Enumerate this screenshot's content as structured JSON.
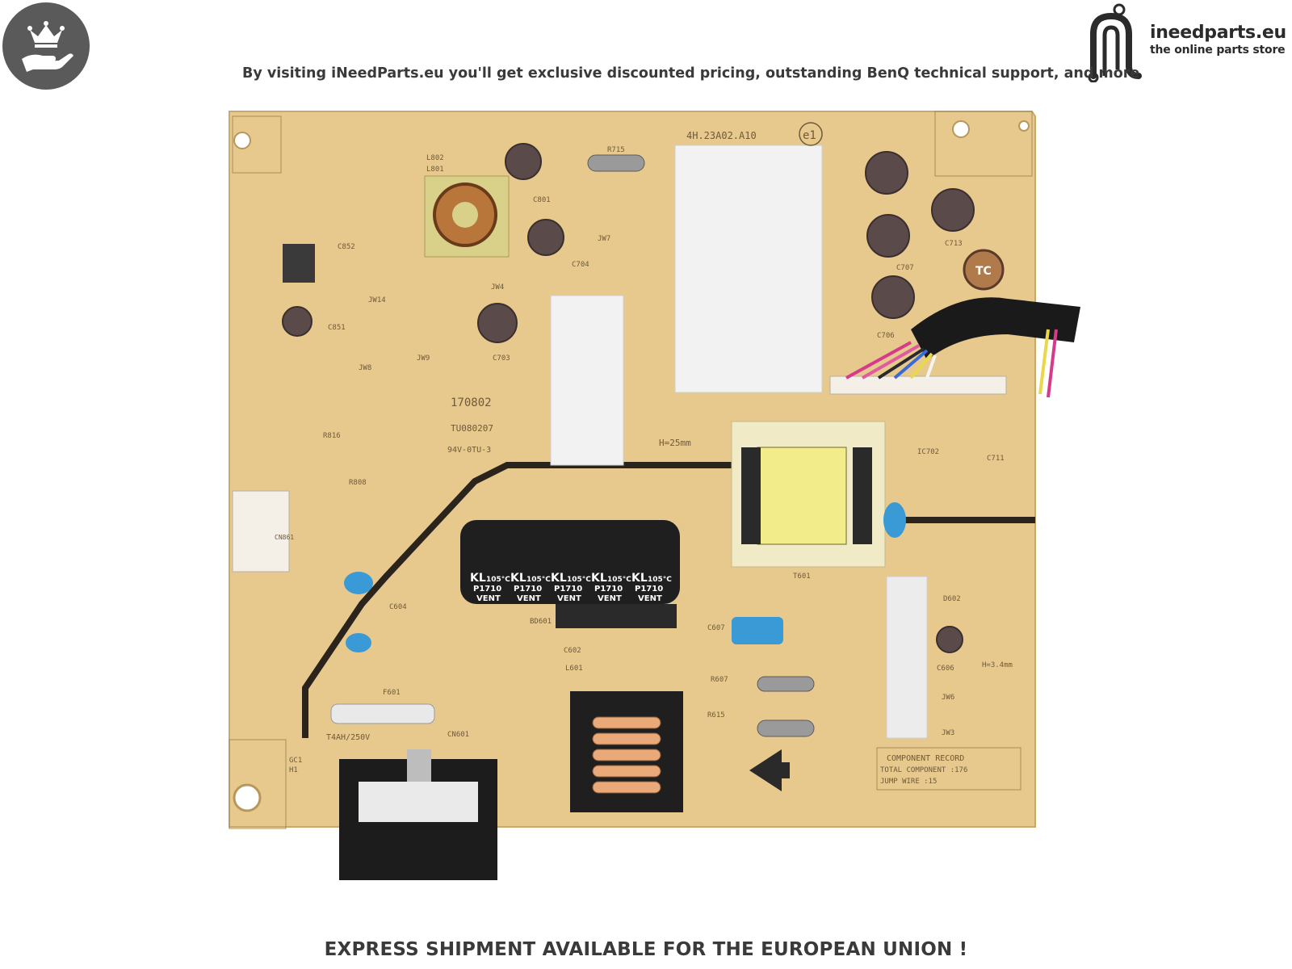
{
  "header": {
    "promo_text": "By visiting iNeedParts.eu you'll get exclusive discounted pricing, outstanding BenQ technical support, and more"
  },
  "brand": {
    "name": "ineedparts.eu",
    "tagline": "the online parts store"
  },
  "footer": {
    "text": "EXPRESS SHIPMENT AVAILABLE FOR THE EUROPEAN UNION !"
  },
  "board": {
    "part_number": "4H.23A02.A10",
    "e1_mark": "e1",
    "date_code": "170802",
    "lot_code": "TU080207",
    "flame_rating": "94V-0TU-3",
    "fuse_rating": "T4AH/250V",
    "height_note_1": "H=25mm",
    "height_note_2": "H=3.4mm",
    "component_record_title": "COMPONENT RECORD",
    "component_record_total": "TOTAL COMPONENT :176",
    "component_record_jump": "JUMP WIRE :15",
    "cap_brand": "KL",
    "cap_temp": "105°C",
    "cap_code": "P1710",
    "cap_vent": "VENT",
    "tc_label": "TC",
    "labels": {
      "cn861": "CN861",
      "cn601": "CN601",
      "f601": "F601",
      "l601": "L601",
      "t601": "T601",
      "ic702": "IC702",
      "c711": "C711",
      "c704": "C704",
      "c703": "C703",
      "c852": "C852",
      "c851": "C851",
      "jw14": "JW14",
      "jw8": "JW8",
      "jw9": "JW9",
      "r808": "R808",
      "r816": "R816",
      "bd601": "BD601",
      "c604": "C604",
      "c602": "C602",
      "c607": "C607",
      "r607": "R607",
      "r615": "R615",
      "d602": "D602",
      "c606": "C606",
      "jw3": "JW3",
      "jw6": "JW6",
      "r715": "R715",
      "l802": "L802",
      "l801": "L801",
      "c801": "C801",
      "jw7": "JW7",
      "jw4": "JW4",
      "c713": "C713",
      "c707": "C707",
      "c706": "C706",
      "gc1": "GC1",
      "h1": "H1"
    }
  },
  "colors": {
    "pcb": "#e7c98e",
    "silkscreen": "#6e5a3a",
    "badge_bg": "#5a5a5a",
    "text_dark": "#3a3a3a"
  }
}
